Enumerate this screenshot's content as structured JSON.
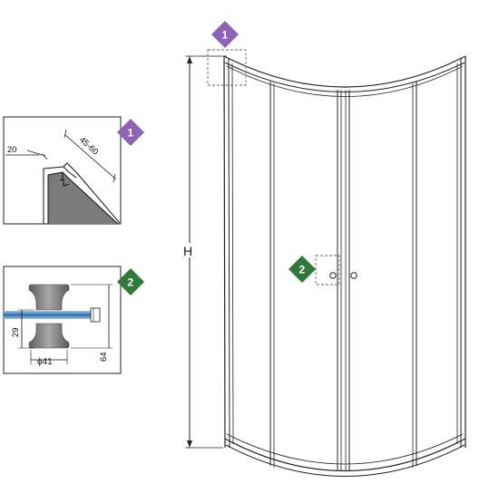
{
  "markers": {
    "top_profile": "1",
    "handle": "2"
  },
  "colors": {
    "marker_1": "#8e63b5",
    "marker_2": "#2f7a3a",
    "glass": "#ffffff",
    "profile_dark": "#7a7a7a",
    "rod": "#3c7fbf"
  },
  "height_label": "H",
  "detail_profile": {
    "dim_profile_width": "20",
    "dim_adjustment": "45-60"
  },
  "detail_handle": {
    "dim_knob_height": "29",
    "dim_total_height": "64",
    "dim_diameter": "ϕ41"
  }
}
